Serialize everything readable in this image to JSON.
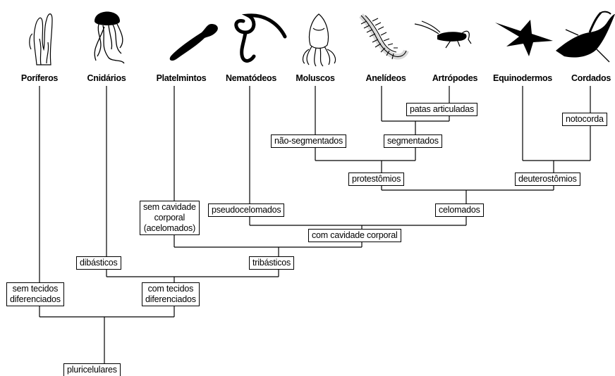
{
  "taxa": [
    "Poríferos",
    "Cnidários",
    "Platelmintos",
    "Nematódeos",
    "Moluscos",
    "Anelídeos",
    "Artrópodes",
    "Equinodermos",
    "Cordados"
  ],
  "traits": {
    "patas_articuladas": "patas articuladas",
    "notocorda": "notocorda",
    "nao_segmentados": "não-segmentados",
    "segmentados": "segmentados",
    "protestomios": "protestômios",
    "deuterostomios": "deuterostômios",
    "acelomados": [
      "sem cavidade",
      "corporal",
      "(acelomados)"
    ],
    "pseudocelomados": "pseudocelomados",
    "celomados": "celomados",
    "com_cavidade_corporal": "com cavidade corporal",
    "dibasticos": "dibásticos",
    "tribasticos": "tribásticos",
    "sem_tecidos": [
      "sem tecidos",
      "diferenciados"
    ],
    "com_tecidos": [
      "com tecidos",
      "diferenciados"
    ],
    "pluricelulares": "pluricelulares"
  },
  "icons": [
    "sponge-icon",
    "jellyfish-icon",
    "flatworm-icon",
    "roundworm-icon",
    "squid-icon",
    "millipede-icon",
    "grasshopper-icon",
    "starfish-icon",
    "heron-icon"
  ],
  "colors": {
    "line": "#000000",
    "silhouette": "#000000",
    "background": "#ffffff"
  }
}
